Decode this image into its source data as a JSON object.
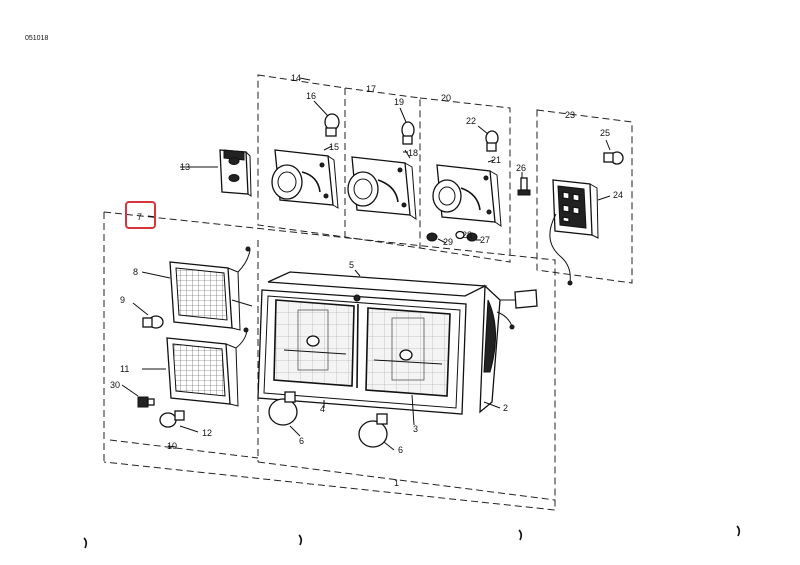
{
  "drawing_code": "051018",
  "highlight_color": "#d9343d",
  "callouts": {
    "c1": "1",
    "c2": "2",
    "c3": "3",
    "c4": "4",
    "c5": "5",
    "c6a": "6",
    "c6b": "6",
    "c7": "7",
    "c8": "8",
    "c9": "9",
    "c10": "10",
    "c11": "11",
    "c12": "12",
    "c13": "13",
    "c14": "14",
    "c15": "15",
    "c16": "16",
    "c17": "17",
    "c18": "18",
    "c19": "19",
    "c20": "20",
    "c21": "21",
    "c22": "22",
    "c23": "23",
    "c24": "24",
    "c25": "25",
    "c26": "26",
    "c27": "27",
    "c28": "28",
    "c29": "29",
    "c30": "30"
  },
  "highlighted_callout": "7"
}
